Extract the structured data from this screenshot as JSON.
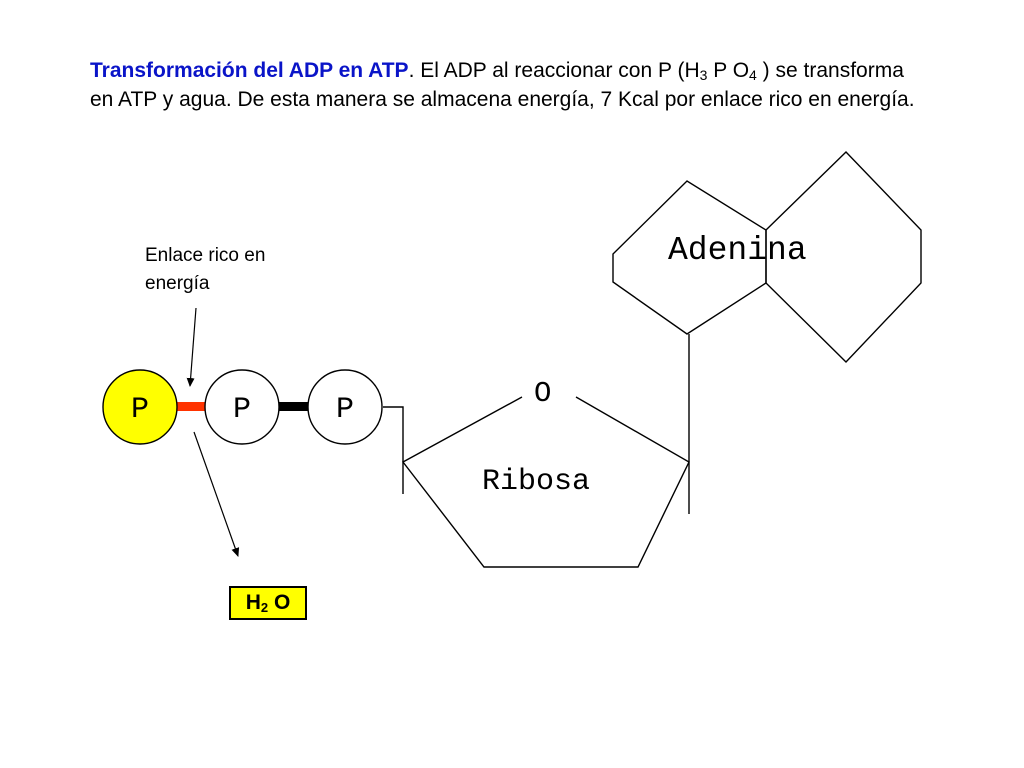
{
  "intro": {
    "heading": "Transformación del ADP en ATP",
    "part1": ". El ADP al reaccionar con P (H",
    "sub1": "3",
    "part2": " P O",
    "sub2": "4",
    "part3": " ) se transforma en ATP y agua. De esta manera se almacena energía, 7 Kcal por enlace rico en energía."
  },
  "diagram": {
    "phosphates": [
      "P",
      "P",
      "P"
    ],
    "ribose_oxygen": "O",
    "ribose_label": "Ribosa",
    "adenine_label": "Adenina",
    "callout_line1": "Enlace rico en",
    "callout_line2": "energía",
    "water_h": "H",
    "water_sub": "2",
    "water_o": " O"
  },
  "colors": {
    "heading": "#0a14c8",
    "released_phosphate": "#ffff00",
    "high_energy_bond_released": "#ff3300",
    "high_energy_bond": "#000000",
    "water_box": "#ffff00"
  }
}
